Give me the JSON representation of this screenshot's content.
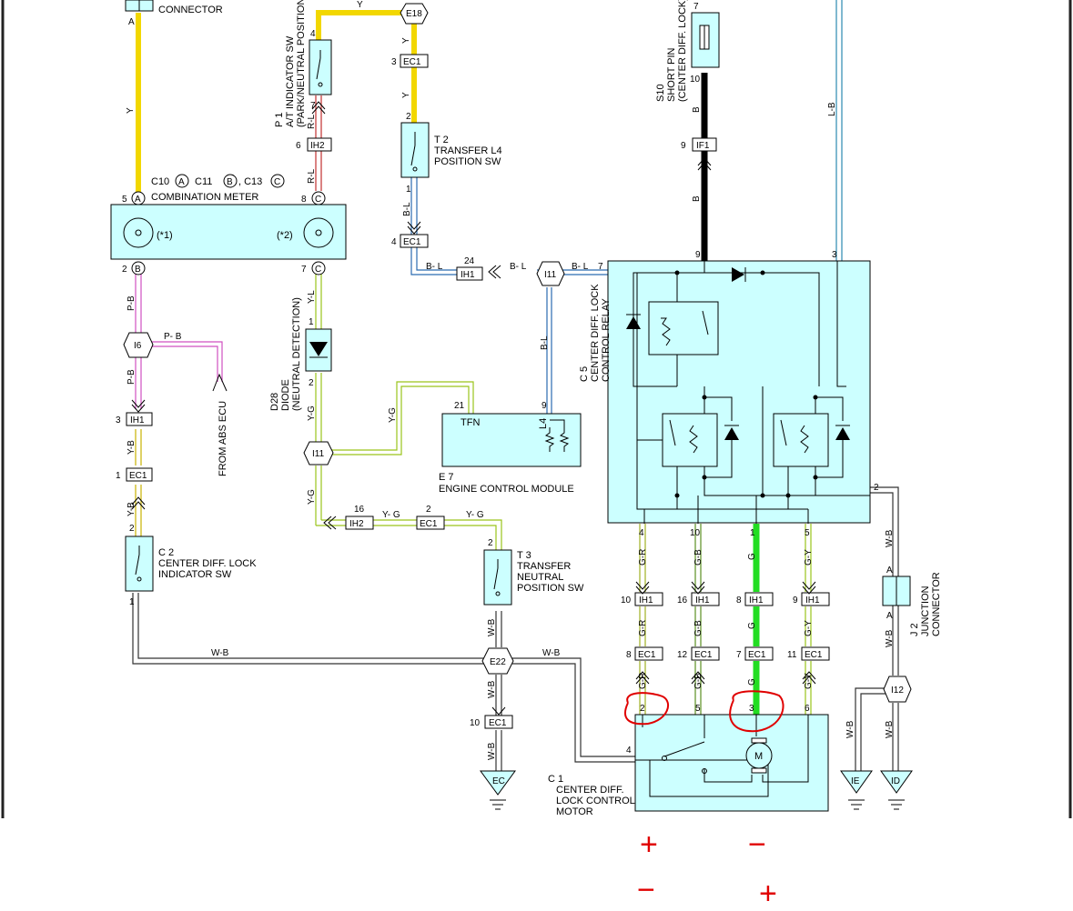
{
  "connectors": {
    "E18": "E18",
    "EC1": "EC1",
    "IH2": "IH2",
    "IH1": "IH1",
    "I11": "I11",
    "I6": "I6",
    "E22": "E22",
    "IF1": "IF1",
    "I12": "I12",
    "EC": "EC",
    "IE": "IE",
    "ID": "ID"
  },
  "components": {
    "junction_top": "CONNECTOR",
    "sw_p1": [
      "P 1",
      "A/T INDICATOR SW",
      "(PARK/NEUTRAL POSITION)"
    ],
    "meter_codes": {
      "c10": "C10",
      "a": "A",
      "c11": "C11",
      "b": "B",
      "c13": ", C13",
      "c": "C"
    },
    "meter_name": "COMBINATION METER",
    "meter_star1": "(*1)",
    "meter_star2": "(*2)",
    "transfer_l4": [
      "T 2",
      "TRANSFER L4",
      "POSITION SW"
    ],
    "short_pin": [
      "S10",
      "SHORT PIN",
      "(CENTER DIFF. LOCK)"
    ],
    "relay_name": [
      "C 5",
      "CENTER DIFF. LOCK",
      "CONTROL RELAY"
    ],
    "diode": [
      "D28",
      "DIODE",
      "(NEUTRAL DETECTION)"
    ],
    "ecm_tfn": "TFN",
    "ecm_l4": "L4",
    "ecm_name": [
      "E 7",
      "ENGINE CONTROL MODULE"
    ],
    "abs_ecu": "FROM ABS ECU",
    "c2_name": [
      "C 2",
      "CENTER DIFF.  LOCK",
      "INDICATOR SW"
    ],
    "t3_name": [
      "T 3",
      "TRANSFER",
      "NEUTRAL",
      "POSITION SW"
    ],
    "j2_name": [
      "J 2",
      "JUNCTION",
      "CONNECTOR"
    ],
    "motor_name": [
      "C 1",
      "CENTER DIFF.",
      "LOCK CONTROL",
      "MOTOR"
    ],
    "motor_symbol": "M"
  },
  "wires": {
    "Y": "Y",
    "RL": "R-L",
    "BL": "B-L",
    "B": "B",
    "LB": "L-B",
    "PB": "P-B",
    "YB": "Y-B",
    "YL": "Y-L",
    "YG": "Y-G",
    "WB": "W-B",
    "GR": "G-R",
    "GB": "G-B",
    "G": "G",
    "GY": "G-Y",
    "BdashL": "B- L",
    "PdashB": "P- B",
    "YdashG": "Y- G"
  },
  "pins": {
    "A": "A",
    "B": "B",
    "C": "C",
    "n1": "1",
    "n2": "2",
    "n3": "3",
    "n4": "4",
    "n5": "5",
    "n6": "6",
    "n7": "7",
    "n8": "8",
    "n9": "9",
    "n10": "10",
    "n11": "11",
    "n12": "12",
    "n16": "16",
    "n21": "21",
    "n24": "24"
  },
  "annotations": {
    "plus": "+",
    "minus": "−"
  }
}
